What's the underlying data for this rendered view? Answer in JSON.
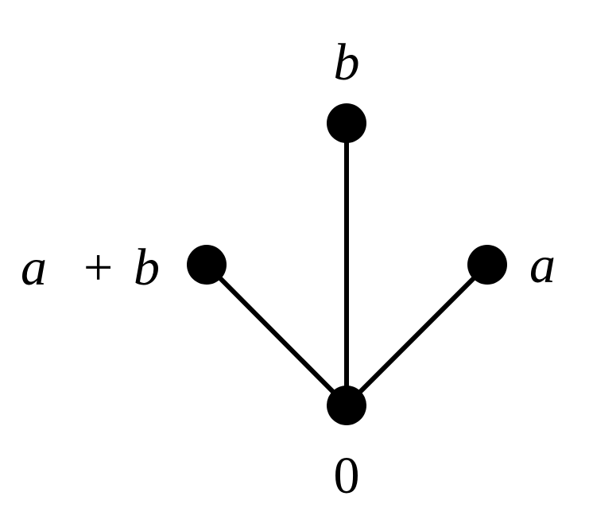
{
  "diagram": {
    "nodes": [
      {
        "id": "zero",
        "label": "0"
      },
      {
        "id": "a",
        "label": "a"
      },
      {
        "id": "b",
        "label": "b"
      },
      {
        "id": "a_plus_b",
        "label_left": "a",
        "label_op": "+",
        "label_right": "b"
      }
    ],
    "edges": [
      {
        "from": "zero",
        "to": "a"
      },
      {
        "from": "zero",
        "to": "b"
      },
      {
        "from": "zero",
        "to": "a_plus_b"
      }
    ],
    "colors": {
      "stroke": "#000000",
      "node_fill": "#000000",
      "background": "#ffffff"
    }
  }
}
